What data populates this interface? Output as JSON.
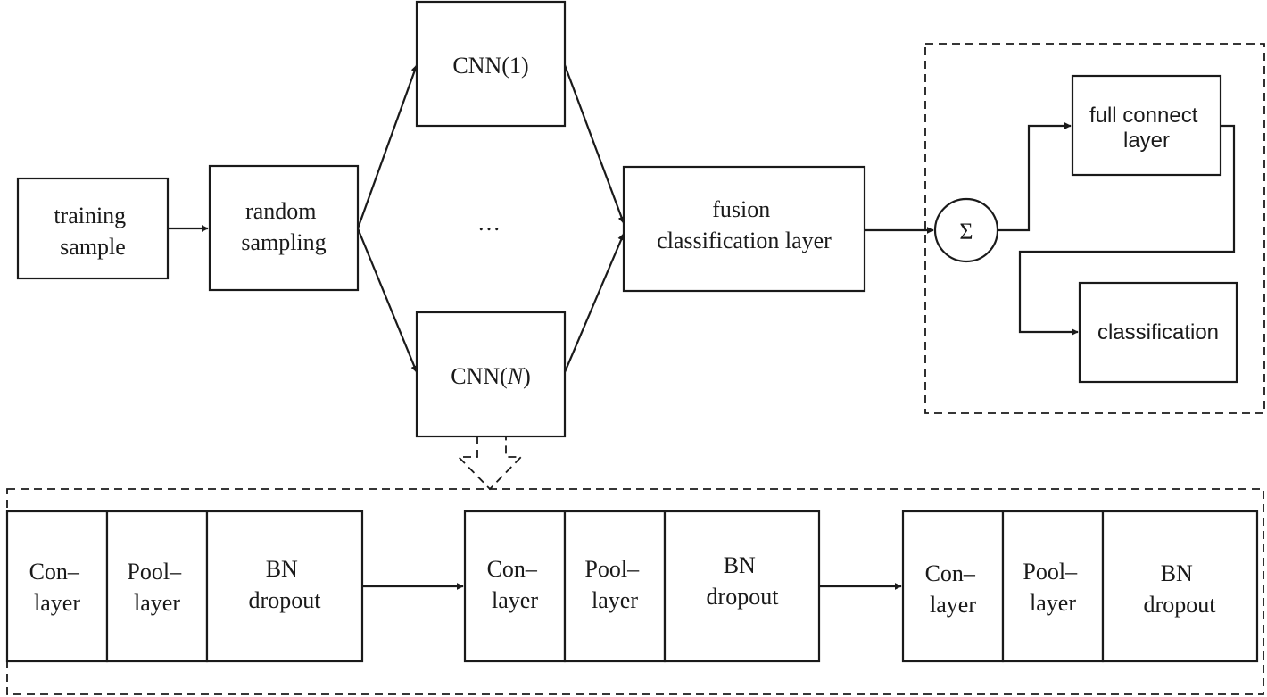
{
  "nodes": {
    "training_sample": [
      "training",
      "sample"
    ],
    "random_sampling": [
      "random",
      "sampling"
    ],
    "cnn_1": "CNN(1)",
    "cnn_n_prefix": "CNN(",
    "cnn_n_var": "N",
    "cnn_n_suffix": ")",
    "ellipsis": "…",
    "fusion": [
      "fusion",
      "classification layer"
    ],
    "sum_symbol": "Σ",
    "full_connect": [
      "full connect",
      "layer"
    ],
    "classification": "classification"
  },
  "blocks": [
    {
      "con": [
        "Con–",
        "layer"
      ],
      "pool": [
        "Pool–",
        "layer"
      ],
      "bn": [
        "BN",
        "dropout"
      ]
    },
    {
      "con": [
        "Con–",
        "layer"
      ],
      "pool": [
        "Pool–",
        "layer"
      ],
      "bn": [
        "BN",
        "dropout"
      ]
    },
    {
      "con": [
        "Con–",
        "layer"
      ],
      "pool": [
        "Pool–",
        "layer"
      ],
      "bn": [
        "BN",
        "dropout"
      ]
    }
  ]
}
